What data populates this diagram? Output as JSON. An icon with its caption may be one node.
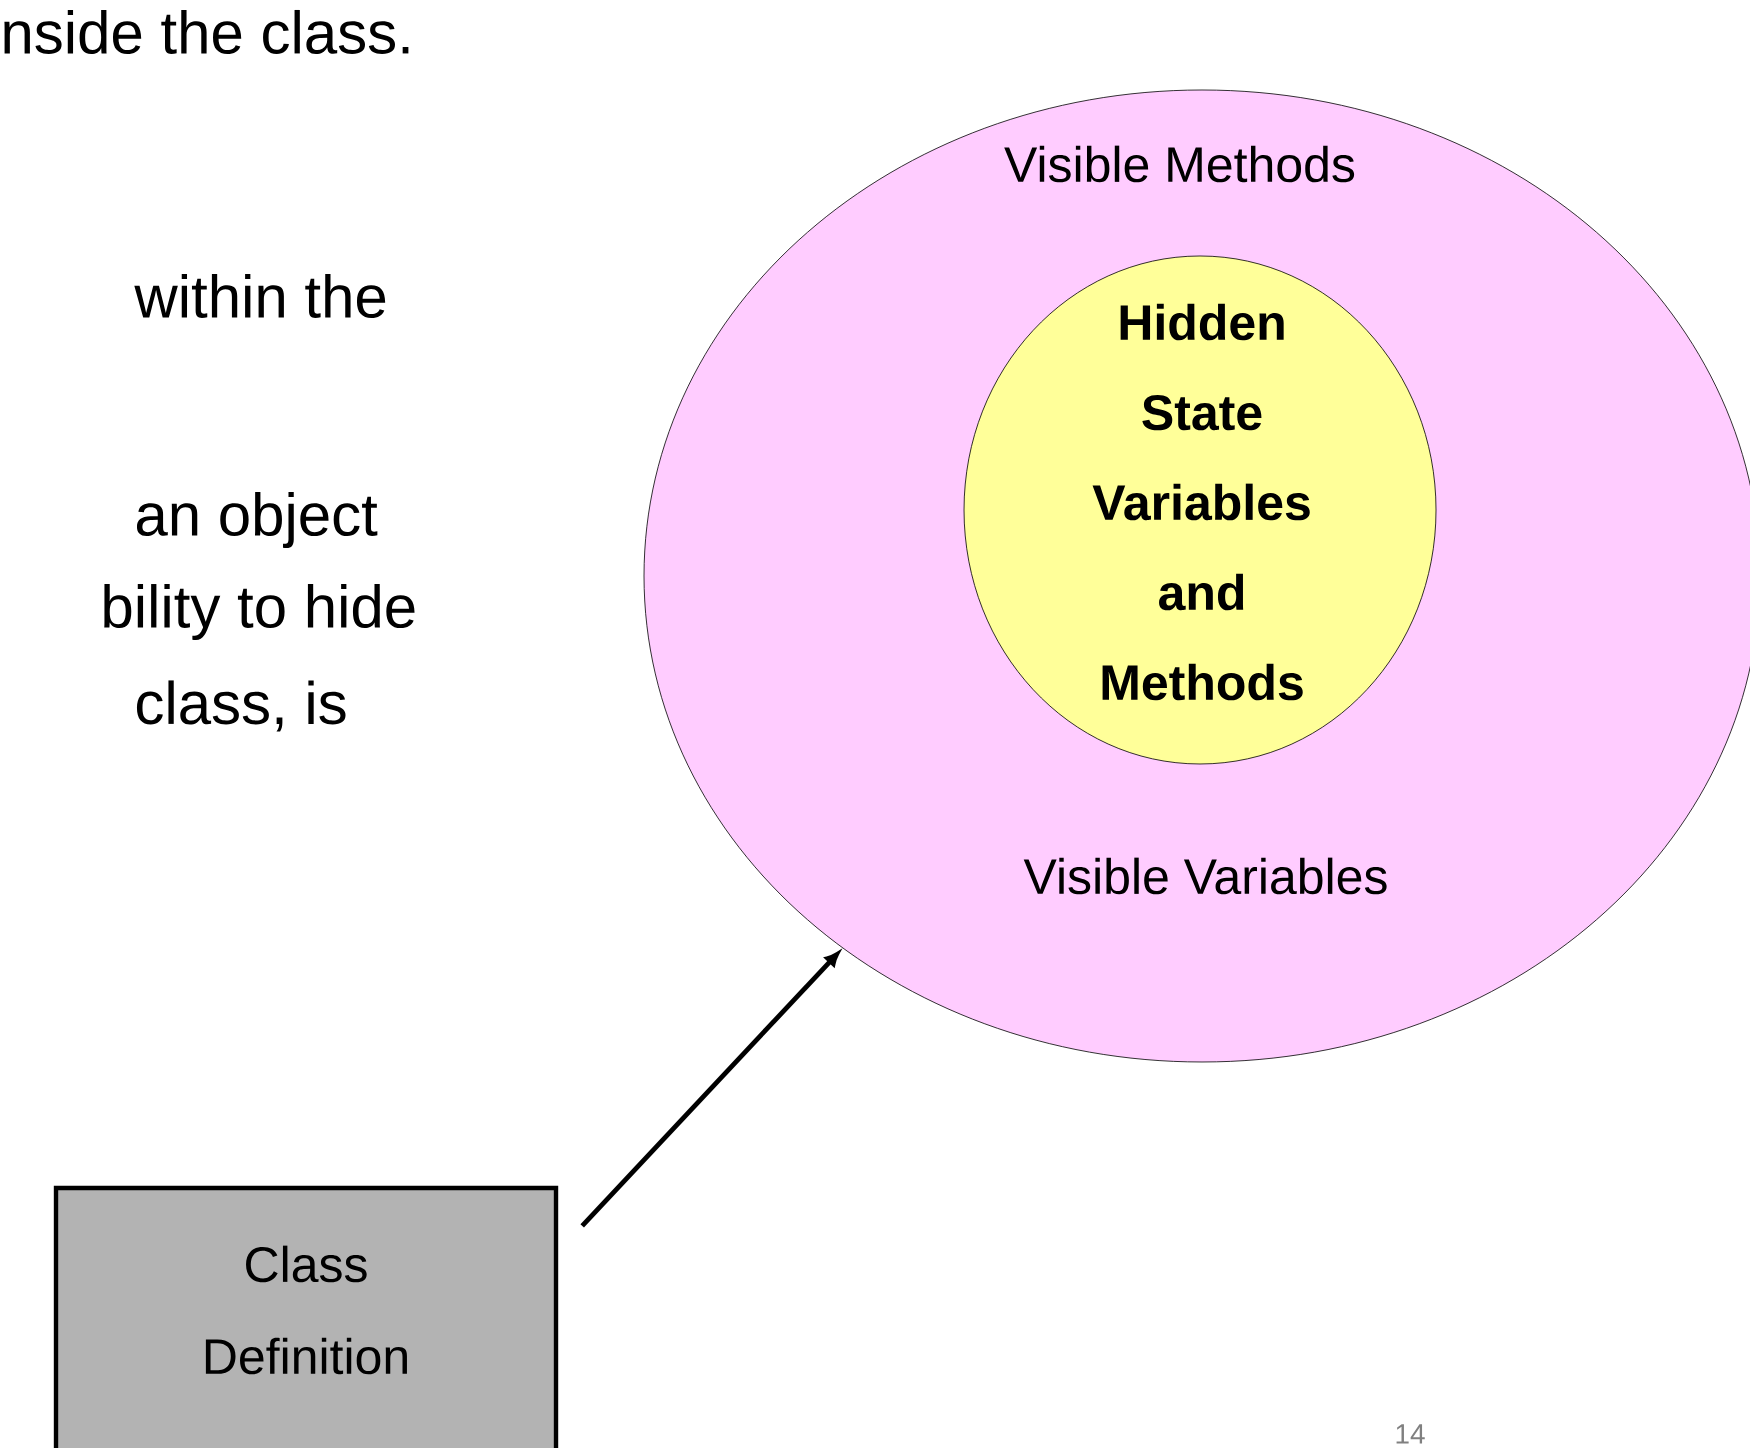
{
  "diagram": {
    "nodes": [
      {
        "text": [
          "Visible Methods",
          "Visible Variables"
        ]
      },
      {
        "text": [
          "Hidden State Variables and Methods"
        ],
        "in": 0
      },
      {
        "text": [
          "Class Definition"
        ]
      }
    ],
    "edges": [
      {
        "from": 2,
        "to": 0,
        "arrow": "to"
      }
    ],
    "labels": [
      "nside the class.",
      "within the",
      "an object",
      "bility to hide",
      "class, is",
      "14"
    ]
  }
}
